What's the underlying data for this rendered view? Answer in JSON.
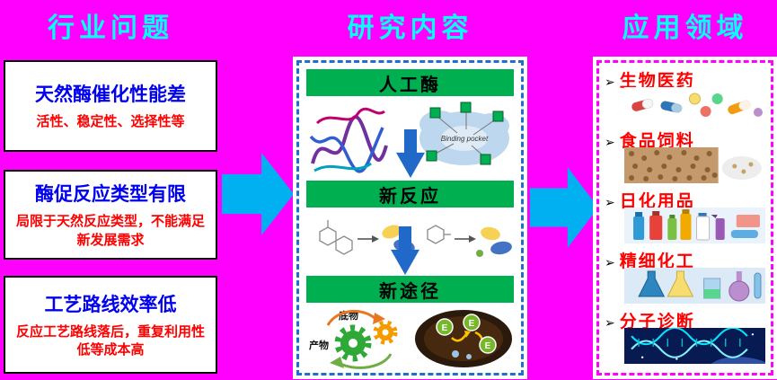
{
  "titles": {
    "left": "行业问题",
    "middle": "研究内容",
    "right": "应用领域"
  },
  "left_boxes": [
    {
      "title": "天然酶催化性能差",
      "desc": "活性、稳定性、选择性等"
    },
    {
      "title": "酶促反应类型有限",
      "desc": "局限于天然反应类型，不能满足新发展需求"
    },
    {
      "title": "工艺路线效率低",
      "desc": "反应工艺路线落后，重复利用性低等成本高"
    }
  ],
  "middle": {
    "sections": [
      "人工酶",
      "新反应",
      "新途径"
    ],
    "pocket_label": "Binding pocket",
    "gears_top": "底物",
    "gears_bottom": "产物",
    "enzyme_letter": "E"
  },
  "right_items": [
    {
      "bullet": "➢",
      "label": "生物医药"
    },
    {
      "bullet": "➢",
      "label": "食品饲料"
    },
    {
      "bullet": "➢",
      "label": "日化用品"
    },
    {
      "bullet": "➢",
      "label": "精细化工"
    },
    {
      "bullet": "➢",
      "label": "分子诊断"
    }
  ],
  "colors": {
    "background": "#FF00FF",
    "column_title": "#00FFFF",
    "problem_title": "#0000EE",
    "problem_desc": "#FF0000",
    "section_banner": "#00B050",
    "flow_arrow": "#00B0F0",
    "down_arrow": "#2069C8",
    "right_label": "#FF0000",
    "middle_border": "#1F6FD0",
    "right_border": "#FF00FF"
  }
}
